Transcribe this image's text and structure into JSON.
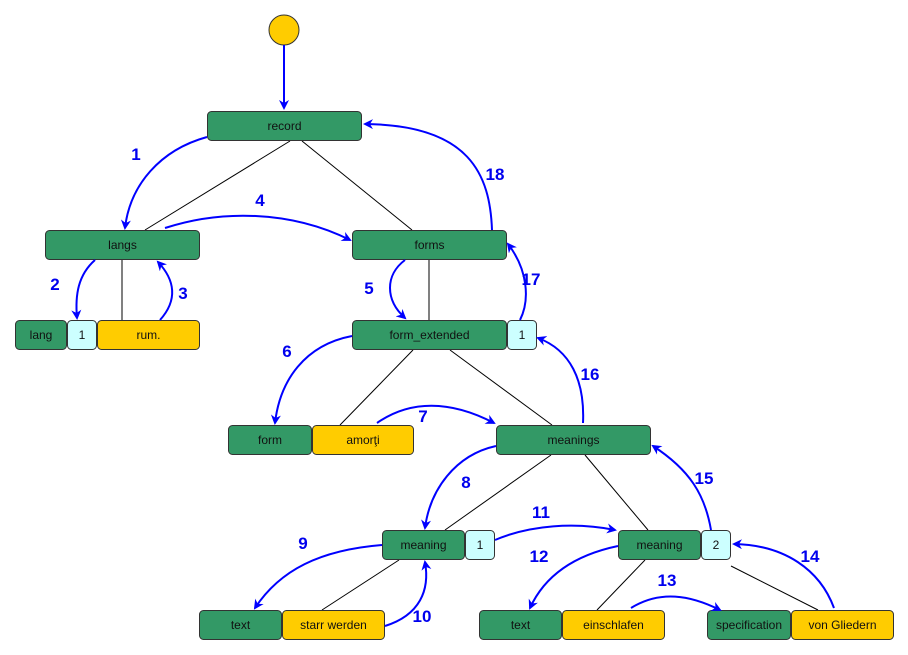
{
  "colors": {
    "element": "#339966",
    "value": "#ffcc00",
    "index": "#ccffff",
    "start": "#ffcc00",
    "edge": "#000000",
    "traversal": "#0000ff",
    "label": "#0000ee"
  },
  "start_node": {
    "name": "start"
  },
  "nodes": [
    {
      "id": "record",
      "label": "record",
      "kind": "element"
    },
    {
      "id": "langs",
      "label": "langs",
      "kind": "element"
    },
    {
      "id": "forms",
      "label": "forms",
      "kind": "element"
    },
    {
      "id": "lang",
      "label": "lang",
      "kind": "element"
    },
    {
      "id": "lang_idx",
      "label": "1",
      "kind": "index"
    },
    {
      "id": "lang_val",
      "label": "rum.",
      "kind": "value"
    },
    {
      "id": "form_extended",
      "label": "form_extended",
      "kind": "element"
    },
    {
      "id": "form_extended_idx",
      "label": "1",
      "kind": "index"
    },
    {
      "id": "form",
      "label": "form",
      "kind": "element"
    },
    {
      "id": "form_val",
      "label": "amorţi",
      "kind": "value"
    },
    {
      "id": "meanings",
      "label": "meanings",
      "kind": "element"
    },
    {
      "id": "meaning1",
      "label": "meaning",
      "kind": "element"
    },
    {
      "id": "meaning1_idx",
      "label": "1",
      "kind": "index"
    },
    {
      "id": "meaning2",
      "label": "meaning",
      "kind": "element"
    },
    {
      "id": "meaning2_idx",
      "label": "2",
      "kind": "index"
    },
    {
      "id": "text1",
      "label": "text",
      "kind": "element"
    },
    {
      "id": "text1_val",
      "label": "starr werden",
      "kind": "value"
    },
    {
      "id": "text2",
      "label": "text",
      "kind": "element"
    },
    {
      "id": "text2_val",
      "label": "einschlafen",
      "kind": "value"
    },
    {
      "id": "specification",
      "label": "specification",
      "kind": "element"
    },
    {
      "id": "spec_val",
      "label": "von Gliedern",
      "kind": "value"
    }
  ],
  "tree_edges": [
    [
      "record",
      "langs"
    ],
    [
      "record",
      "forms"
    ],
    [
      "langs",
      "lang_val"
    ],
    [
      "forms",
      "form_extended"
    ],
    [
      "form_extended",
      "form_val"
    ],
    [
      "form_extended",
      "meanings"
    ],
    [
      "meanings",
      "meaning1"
    ],
    [
      "meanings",
      "meaning2"
    ],
    [
      "meaning1",
      "text1_val"
    ],
    [
      "meaning2",
      "text2_val"
    ],
    [
      "meaning2",
      "spec_val"
    ]
  ],
  "traversal_steps": [
    {
      "step": "1",
      "from": "record",
      "to": "langs"
    },
    {
      "step": "2",
      "from": "langs",
      "to": "lang_idx"
    },
    {
      "step": "3",
      "from": "lang_val",
      "to": "langs"
    },
    {
      "step": "4",
      "from": "langs",
      "to": "forms"
    },
    {
      "step": "5",
      "from": "forms",
      "to": "form_extended"
    },
    {
      "step": "6",
      "from": "form_extended",
      "to": "form"
    },
    {
      "step": "7",
      "from": "form_val",
      "to": "meanings"
    },
    {
      "step": "8",
      "from": "meanings",
      "to": "meaning1"
    },
    {
      "step": "9",
      "from": "meaning1",
      "to": "text1"
    },
    {
      "step": "10",
      "from": "text1_val",
      "to": "meaning1"
    },
    {
      "step": "11",
      "from": "meaning1_idx",
      "to": "meaning2"
    },
    {
      "step": "12",
      "from": "meaning2",
      "to": "text2"
    },
    {
      "step": "13",
      "from": "text2_val",
      "to": "specification"
    },
    {
      "step": "14",
      "from": "spec_val",
      "to": "meaning2_idx"
    },
    {
      "step": "15",
      "from": "meaning2_idx",
      "to": "meanings"
    },
    {
      "step": "16",
      "from": "meanings",
      "to": "form_extended_idx"
    },
    {
      "step": "17",
      "from": "form_extended_idx",
      "to": "forms"
    },
    {
      "step": "18",
      "from": "forms",
      "to": "record"
    }
  ]
}
